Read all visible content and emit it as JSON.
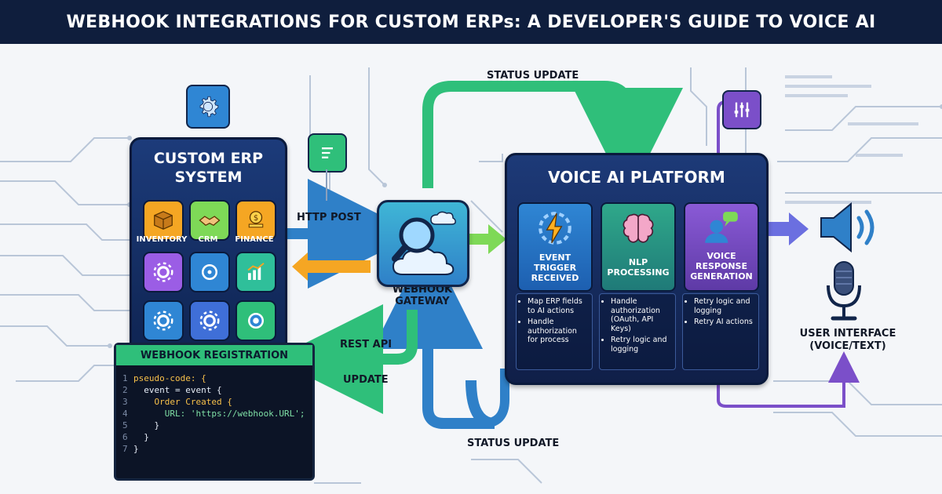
{
  "title": "WEBHOOK INTEGRATIONS FOR CUSTOM ERPs: A DEVELOPER'S GUIDE TO VOICE AI",
  "labels": {
    "status_update_top": "STATUS UPDATE",
    "status_update_bottom": "STATUS UPDATE",
    "http_post": "HTTP POST",
    "rest_api": "REST API",
    "update": "UPDATE",
    "webhook_gateway": "WEBHOOK\nGATEWAY",
    "user_interface": "USER INTERFACE\n(VOICE/TEXT)"
  },
  "erp": {
    "title": "CUSTOM ERP\nSYSTEM",
    "modules": [
      "INVENTORY",
      "CRM",
      "FINANCE"
    ]
  },
  "webhook_registration": {
    "title": "WEBHOOK REGISTRATION",
    "code_lines": [
      "pseudo-code: {",
      "  event = event {",
      "    Order Created {",
      "      URL: 'https://webhook.URL';",
      "    }",
      "  }",
      "}"
    ]
  },
  "voice_platform": {
    "title": "VOICE AI PLATFORM",
    "stages": [
      {
        "label": "EVENT\nTRIGGER\nRECEIVED",
        "bullets": [
          "Map ERP fields to AI actions",
          "Handle authorization for process"
        ]
      },
      {
        "label": "NLP\nPROCESSING",
        "bullets": [
          "Handle authorization (OAuth, API Keys)",
          "Retry logic and logging"
        ]
      },
      {
        "label": "VOICE\nRESPONSE\nGENERATION",
        "bullets": [
          "Retry logic and logging",
          "Retry AI actions"
        ]
      }
    ]
  },
  "colors": {
    "navy": "#0f1e3d",
    "green": "#2fbf7a",
    "blue": "#2f80c8",
    "orange": "#f5a623",
    "purple": "#7b4fc9"
  }
}
